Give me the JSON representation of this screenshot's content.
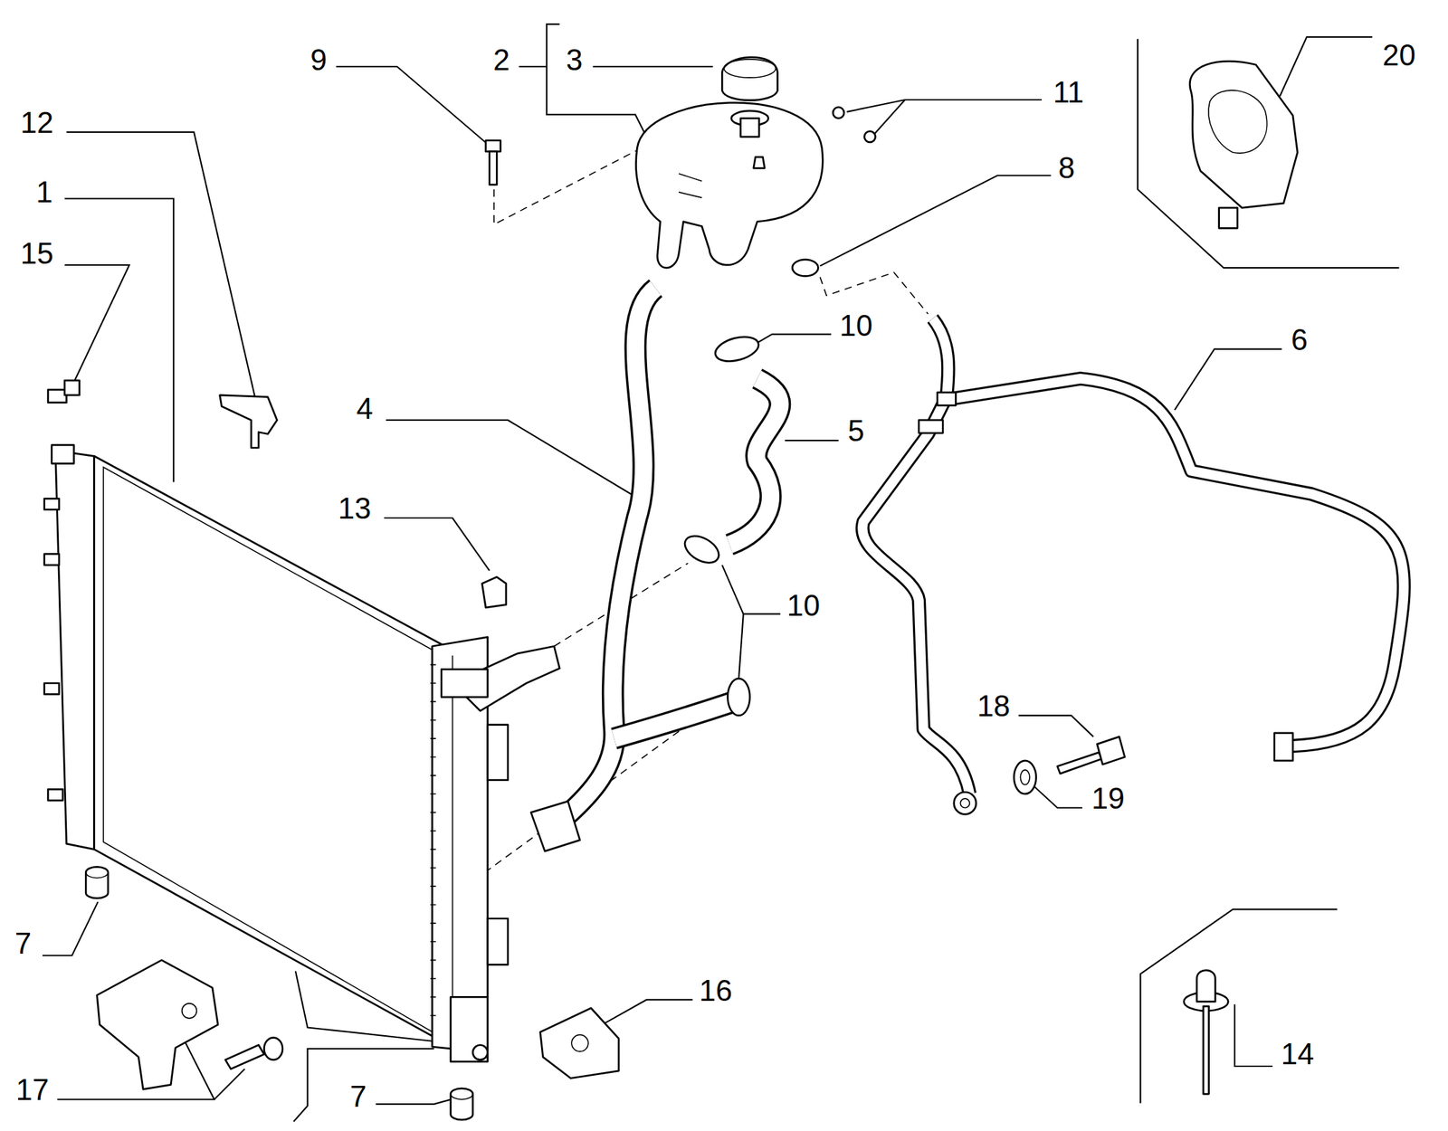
{
  "diagram": {
    "labels": [
      "9",
      "2",
      "3",
      "20",
      "11",
      "12",
      "1",
      "8",
      "15",
      "10",
      "6",
      "4",
      "5",
      "13",
      "10",
      "18",
      "19",
      "7",
      "16",
      "17",
      "7",
      "14"
    ]
  }
}
